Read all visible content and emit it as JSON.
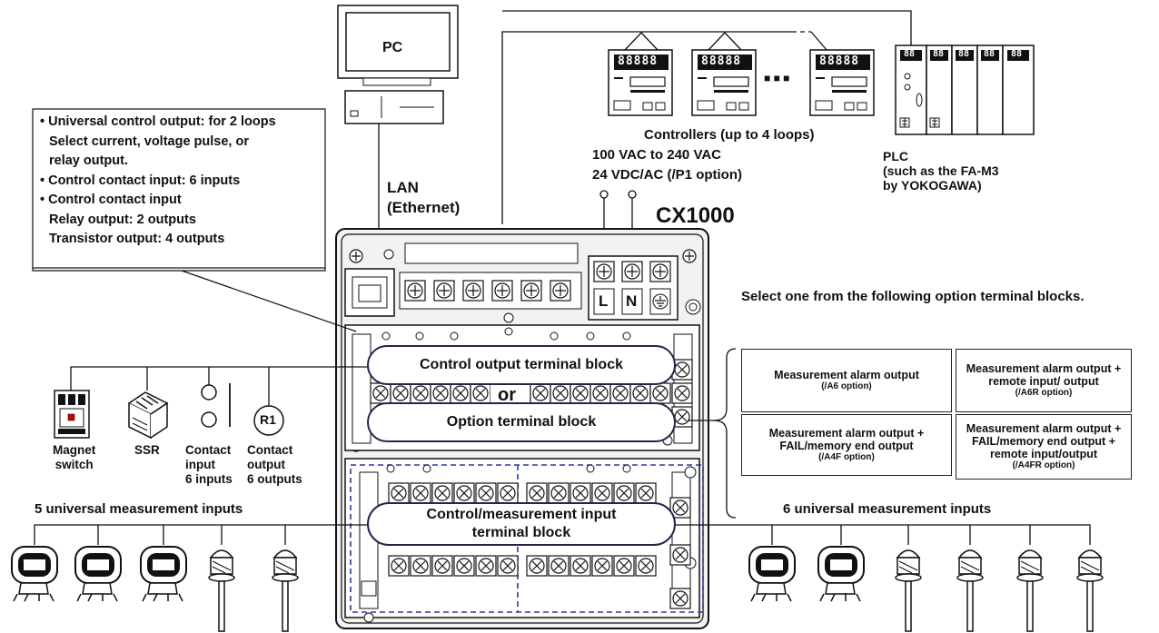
{
  "pc": {
    "label": "PC"
  },
  "lan": {
    "line1": "LAN",
    "line2": "(Ethernet)"
  },
  "controllers": {
    "label": "Controllers (up to 4 loops)",
    "ellipsis": "■ ■ ■",
    "display_text": "88888"
  },
  "power": {
    "line1": "100 VAC to 240 VAC",
    "line2": "24 VDC/AC (/P1 option)",
    "terminals": [
      "L",
      "N"
    ]
  },
  "plc": {
    "line1": "PLC",
    "line2": "(such as the FA-M3",
    "line3": "by YOKOGAWA)",
    "display_text": "88"
  },
  "device": {
    "name": "CX1000"
  },
  "callout": {
    "lines": [
      "• Universal control output: for 2 loops",
      "Select current, voltage pulse, or",
      "relay output.",
      "• Control contact input: 6 inputs",
      "• Control contact input",
      "Relay output: 2 outputs",
      "Transistor output: 4 outputs"
    ]
  },
  "select_note": "Select one from the following option terminal blocks.",
  "terminal_blocks": {
    "control_output": "Control output terminal block",
    "or": "or",
    "option": "Option terminal block",
    "measurement_line1": "Control/measurement input",
    "measurement_line2": "terminal block"
  },
  "options": [
    {
      "text": "Measurement alarm output",
      "sub": "(/A6 option)"
    },
    {
      "text": "Measurement alarm output + remote input/ output",
      "sub": "(/A6R option)"
    },
    {
      "text": "Measurement alarm output + FAIL/memory end output",
      "sub": "(/A4F option)"
    },
    {
      "text": "Measurement alarm output + FAIL/memory end output + remote input/output",
      "sub": "(/A4FR option)"
    }
  ],
  "actuators": {
    "magnet_switch": [
      "Magnet",
      "switch"
    ],
    "ssr": "SSR",
    "contact_input": [
      "Contact",
      "input",
      "6 inputs"
    ],
    "contact_output": [
      "Contact",
      "output",
      "6 outputs"
    ],
    "relay_symbol": "R1"
  },
  "inputs": {
    "left_label": "5 universal measurement inputs",
    "right_label": "6 universal measurement inputs"
  },
  "colors": {
    "ink": "#111111",
    "pill_border": "#22264a",
    "dashed": "#2b3a9a",
    "device_fill": "#f2f2f2",
    "led": "#cc0000"
  }
}
